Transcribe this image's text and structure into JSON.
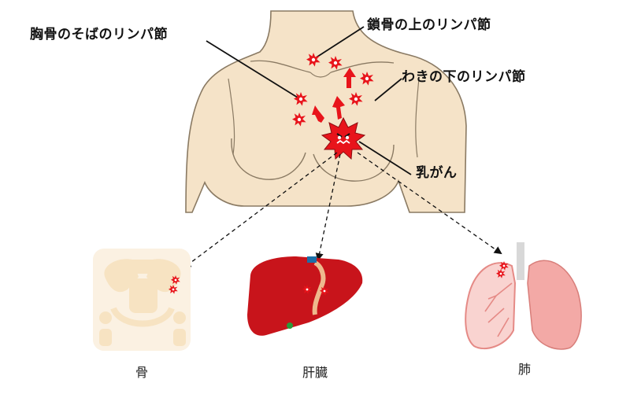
{
  "labels": {
    "sternal_nodes": "胸骨のそばのリンパ節",
    "supraclavicular_nodes": "鎖骨の上のリンパ節",
    "axillary_nodes": "わきの下のリンパ節",
    "breast_cancer": "乳がん"
  },
  "organs": {
    "bone": "骨",
    "liver": "肝臓",
    "lung": "肺"
  },
  "colors": {
    "skin": "#f5e3c8",
    "skin_outline": "#8a7a63",
    "tumor": "#e8141b",
    "arrow": "#e8141b",
    "bone": "#f7e7cb",
    "liver": "#c8141b",
    "lung": "#f3a9a6"
  }
}
